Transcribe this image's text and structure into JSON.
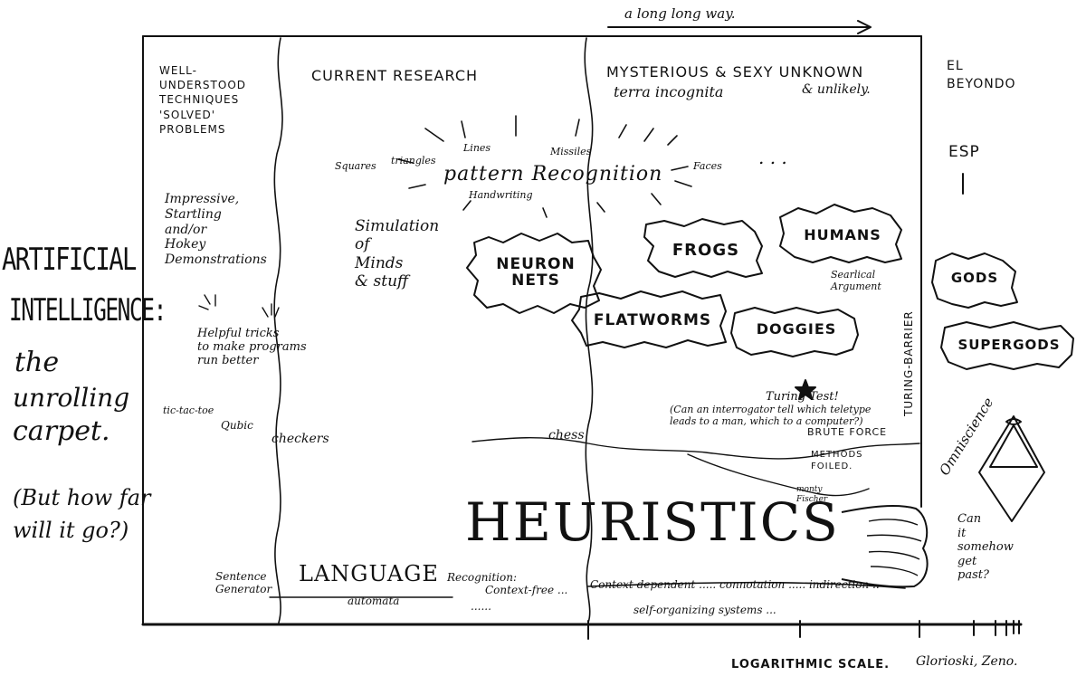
{
  "top_arrow_label": "a long long way.",
  "regions": {
    "well_understood": "WELL-\nUNDERSTOOD\nTECHNIQUES\n'SOLVED'\nPROBLEMS",
    "current_research": "CURRENT RESEARCH",
    "mysterious": "MYSTERIOUS & SEXY UNKNOWN",
    "terra": "terra incognita",
    "unlikely": "& unlikely.",
    "el_beyondo": "EL\nBEYONDO"
  },
  "title": {
    "line1": "ARTIFICIAL",
    "line2": "INTELLIGENCE:",
    "line3": "the",
    "line4": "unrolling",
    "line5": "carpet.",
    "question": "(But how far\nwill it go?)"
  },
  "pattern": {
    "label": "pattern Recognition",
    "squares": "Squares",
    "triangles": "triangles",
    "lines": "Lines",
    "missiles": "Missiles",
    "faces": "Faces",
    "handwriting": "Handwriting",
    "dots": ". . ."
  },
  "notes": {
    "impressive": "Impressive,\nStartling\nand/or\nHokey\nDemonstrations",
    "helpful": "Helpful tricks\nto make programs\nrun better",
    "simulation": "Simulation\nof\nMinds\n& stuff",
    "searle": "Searlical\nArgument",
    "turing_test": "Turing Test!",
    "turing_note": "(Can an interrogator tell which teletype\nleads to a man, which to a computer?)",
    "brute_force": "BRUTE FORCE",
    "methods_foiled": "METHODS\nFOILED.",
    "monty": "monty\nFischer",
    "can_it": "Can\nit\nsomehow\nget\npast?",
    "esp": "ESP",
    "turing_barrier": "TURING-BARRIER",
    "omniscience": "Omniscience"
  },
  "clouds": {
    "neuron_nets": "NEURON\nNETS",
    "frogs": "FROGS",
    "humans": "HUMANS",
    "flatworms": "FLATWORMS",
    "doggies": "DOGGIES",
    "gods": "GODS",
    "supergods": "SUPERGODS"
  },
  "games": {
    "tictactoe": "tic-tac-toe",
    "qubic": "Qubic",
    "checkers": "checkers",
    "chess": "chess"
  },
  "heuristics": "HEURISTICS",
  "language": {
    "label": "LANGUAGE",
    "sentence": "Sentence\nGenerator",
    "automata": "automata",
    "recognition": "Recognition:",
    "context_free": "Context-free ...",
    "context_dependent": "Context-dependent ..... connotation ..... indirection ..",
    "self_org": "self-organizing systems ...",
    "dots": "......"
  },
  "footer": {
    "scale": "LOGARITHMIC SCALE.",
    "credit": "Glorioski, Zeno."
  }
}
